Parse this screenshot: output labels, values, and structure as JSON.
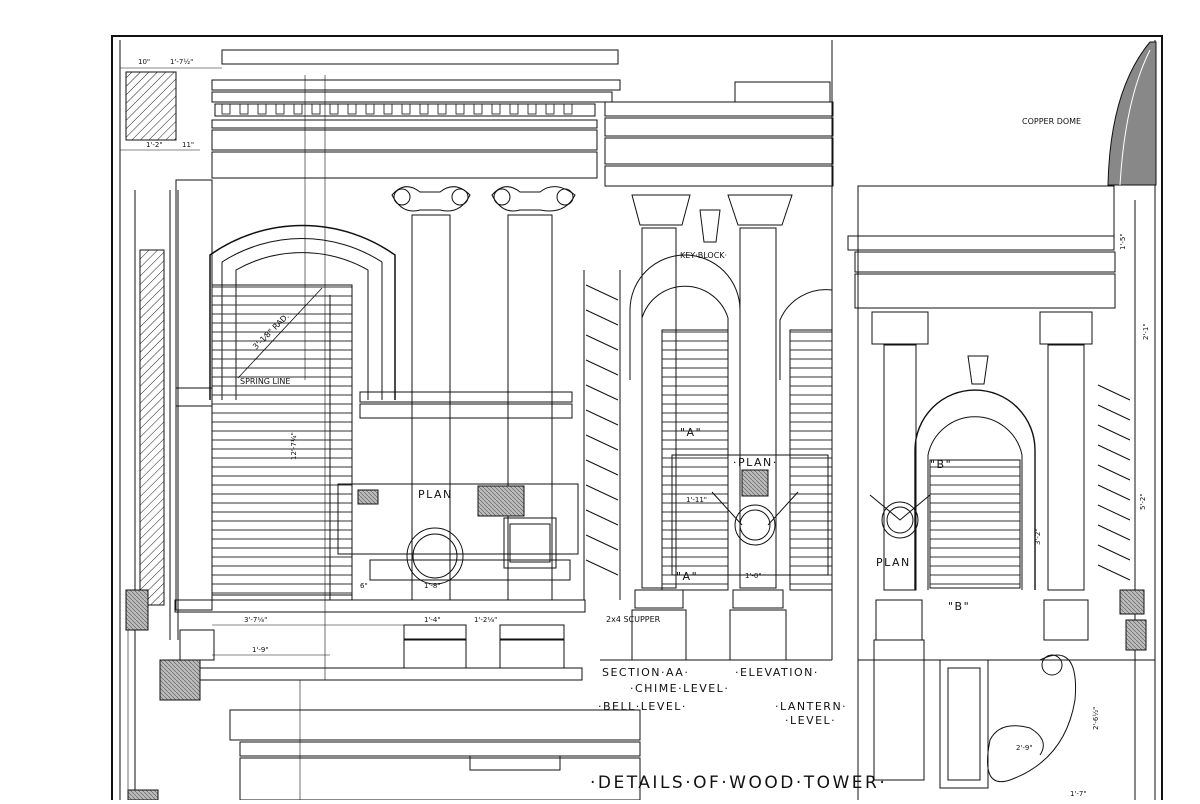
{
  "drawing": {
    "title": "·DETAILS·OF·WOOD·TOWER·",
    "labels": {
      "section_aa": "SECTION·AA·",
      "elevation": "·ELEVATION·",
      "chime_level": "·CHIME·LEVEL·",
      "bell_level": "·BELL·LEVEL·",
      "lantern_level": "·LANTERN·",
      "lantern_level2": "·LEVEL·",
      "plan_left": "PLAN",
      "plan_center": "·PLAN·",
      "plan_right": "PLAN",
      "key_block": "KEY·BLOCK·",
      "copper_dome": "COPPER DOME",
      "spring_line": "SPRING LINE",
      "radius": "3'-1⁄8\" RAD.",
      "scupper": "2x4 SCUPPER",
      "marker_a_top": "\"A\"",
      "marker_a_bottom": "\"A\"",
      "marker_b_top": "\"B\"",
      "marker_b_bottom": "\"B\""
    },
    "dimensions": [
      "10\"",
      "1'-7½\"",
      "1'-2\"",
      "11\"",
      "3'-7⅛\"",
      "1'-9\"",
      "12'-7¼\"",
      "1'-4\"",
      "1'-2⅛\"",
      "1'-8\"",
      "1'-0\"",
      "6\"",
      "1'-5\"",
      "5'-2\"",
      "2'-1\"",
      "2'-6½\"",
      "2'-9\"",
      "1'-7\"",
      "3'-2\"",
      "1'-11\""
    ]
  }
}
